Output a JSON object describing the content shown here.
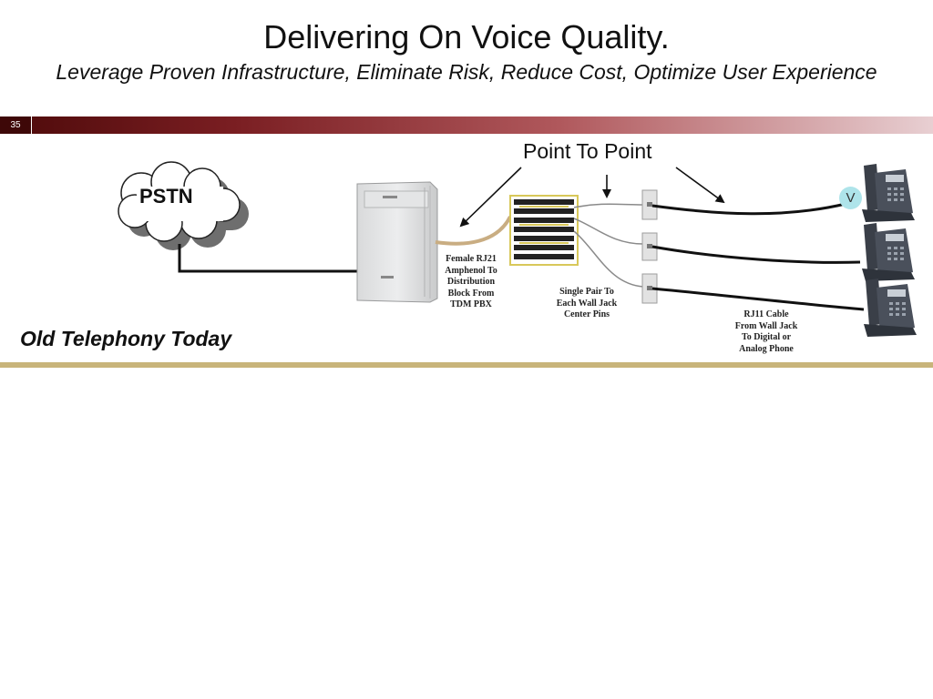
{
  "header": {
    "title": "Delivering On Voice Quality.",
    "subtitle": "Leverage Proven Infrastructure, Eliminate Risk, Reduce Cost, Optimize User Experience",
    "slide_number": "35"
  },
  "diagram": {
    "cloud_label": "PSTN",
    "point_to_point_label": "Point To Point",
    "badge_label": "V",
    "notes": {
      "amphenol": [
        "Female RJ21",
        "Amphenol To",
        "Distribution",
        "Block From",
        "TDM PBX"
      ],
      "single_pair": [
        "Single Pair To",
        "Each Wall Jack",
        "Center Pins"
      ],
      "rj11": [
        "RJ11 Cable",
        "From Wall Jack",
        "To Digital or",
        "Analog Phone"
      ]
    }
  },
  "caption": "Old Telephony Today",
  "colors": {
    "header_bar_dark": "#4d0a0a",
    "header_bar_light": "#e8cfd2",
    "bottom_bar": "#c8b47a",
    "badge": "#aee4ea"
  }
}
